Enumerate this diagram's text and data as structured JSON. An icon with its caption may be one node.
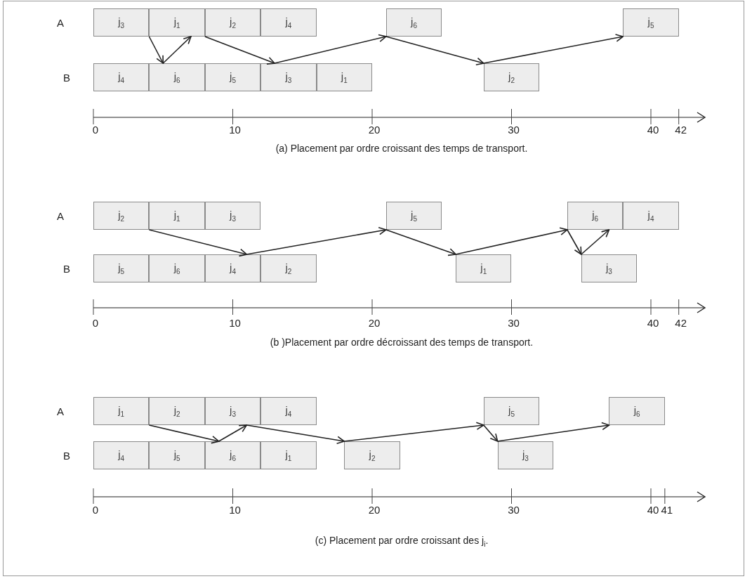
{
  "diagram": {
    "nodes": [
      {
        "text": [
          "j$_{3}$"
        ]
      },
      {
        "text": [
          "j$_{1}$"
        ]
      },
      {
        "text": [
          "j$_{2}$"
        ]
      },
      {
        "text": [
          "j$_{4}$"
        ]
      },
      {
        "text": [
          "j$_{6}$"
        ]
      },
      {
        "text": [
          "j$_{5}$"
        ]
      },
      {
        "text": [
          "j$_{4}$"
        ]
      },
      {
        "text": [
          "j$_{6}$"
        ]
      },
      {
        "text": [
          "j$_{5}$"
        ]
      },
      {
        "text": [
          "j$_{3}$"
        ]
      },
      {
        "text": [
          "j$_{1}$"
        ]
      },
      {
        "text": [
          "j$_{2}$"
        ]
      },
      {
        "text": [
          "j$_{2}$"
        ]
      },
      {
        "text": [
          "j$_{1}$"
        ]
      },
      {
        "text": [
          "j$_{3}$"
        ]
      },
      {
        "text": [
          "j$_{5}$"
        ]
      },
      {
        "text": [
          "j$_{6}$"
        ]
      },
      {
        "text": [
          "j$_{4}$"
        ]
      },
      {
        "text": [
          "j$_{5}$"
        ]
      },
      {
        "text": [
          "j$_{6}$"
        ]
      },
      {
        "text": [
          "j$_{4}$"
        ]
      },
      {
        "text": [
          "j$_{2}$"
        ]
      },
      {
        "text": [
          "j$_{1}$"
        ]
      },
      {
        "text": [
          "j$_{3}$"
        ]
      },
      {
        "text": [
          "j$_{1}$"
        ]
      },
      {
        "text": [
          "j$_{2}$"
        ]
      },
      {
        "text": [
          "j$_{3}$"
        ]
      },
      {
        "text": [
          "j$_{4}$"
        ]
      },
      {
        "text": [
          "j$_{5}$"
        ]
      },
      {
        "text": [
          "j$_{6}$"
        ]
      },
      {
        "text": [
          "j$_{4}$"
        ]
      },
      {
        "text": [
          "j$_{5}$"
        ]
      },
      {
        "text": [
          "j$_{6}$"
        ]
      },
      {
        "text": [
          "j$_{1}$"
        ]
      },
      {
        "text": [
          "j$_{2}$"
        ]
      },
      {
        "text": [
          "j$_{3}$"
        ]
      }
    ],
    "edges": [
      {
        "from": 0,
        "to": 7,
        "arrow": "to"
      },
      {
        "from": 7,
        "to": 1,
        "arrow": "to"
      },
      {
        "from": 1,
        "to": 9,
        "arrow": "to"
      },
      {
        "from": 9,
        "to": 4,
        "arrow": "to"
      },
      {
        "from": 4,
        "to": 11,
        "arrow": "to"
      },
      {
        "from": 11,
        "to": 5,
        "arrow": "to"
      },
      {
        "from": 12,
        "to": 20,
        "arrow": "to"
      },
      {
        "from": 20,
        "to": 15,
        "arrow": "to"
      },
      {
        "from": 15,
        "to": 22,
        "arrow": "to"
      },
      {
        "from": 22,
        "to": 16,
        "arrow": "to"
      },
      {
        "from": 16,
        "to": 23,
        "arrow": "to"
      },
      {
        "from": 23,
        "to": 16,
        "arrow": "to"
      },
      {
        "from": 24,
        "to": 32,
        "arrow": "to"
      },
      {
        "from": 32,
        "to": 26,
        "arrow": "to"
      },
      {
        "from": 26,
        "to": 34,
        "arrow": "to"
      },
      {
        "from": 34,
        "to": 28,
        "arrow": "to"
      },
      {
        "from": 28,
        "to": 35,
        "arrow": "to"
      },
      {
        "from": 35,
        "to": 29,
        "arrow": "to"
      }
    ],
    "labels": [
      "A",
      "B",
      "0",
      "10",
      "20",
      "30",
      "40",
      "42",
      "(a) Placement par ordre croissant des temps de transport.",
      "A",
      "B",
      "0",
      "10",
      "20",
      "30",
      "40",
      "42",
      "(b )Placement par ordre décroissant des temps de transport.",
      "A",
      "B",
      "0",
      "10",
      "20",
      "30",
      "40",
      "41",
      "(c) Placement par ordre croissant des j$_{i}$."
    ]
  }
}
